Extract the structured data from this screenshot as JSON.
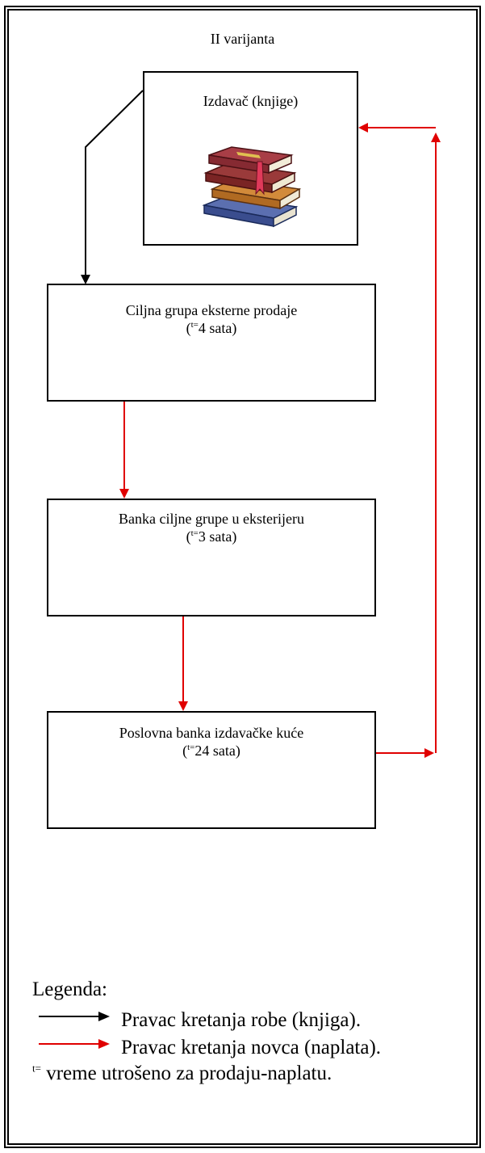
{
  "title": "II varijanta",
  "publisher": {
    "label": "Izdavač (knjige)",
    "icon": "books-stack-icon"
  },
  "nodes": [
    {
      "label": "Ciljna grupa eksterne prodaje",
      "time_sup": "t=",
      "time": "4 sata)"
    },
    {
      "label": "Banka ciljne grupe u eksterijeru",
      "time_sup": "t=",
      "time": "3 sata)"
    },
    {
      "label": "Poslovna banka izdavačke kuće",
      "time_sup": "t=",
      "time": "24 sata)"
    }
  ],
  "legend": {
    "title": "Legenda:",
    "goods_flow": "Pravac kretanja robe (knjiga).",
    "money_flow": "Pravac kretanja novca (naplata).",
    "time_sup": "t=",
    "time_note": " vreme utrošeno za prodaju-naplatu."
  },
  "colors": {
    "goods_arrow": "#000000",
    "money_arrow": "#e00000",
    "border": "#000000"
  }
}
